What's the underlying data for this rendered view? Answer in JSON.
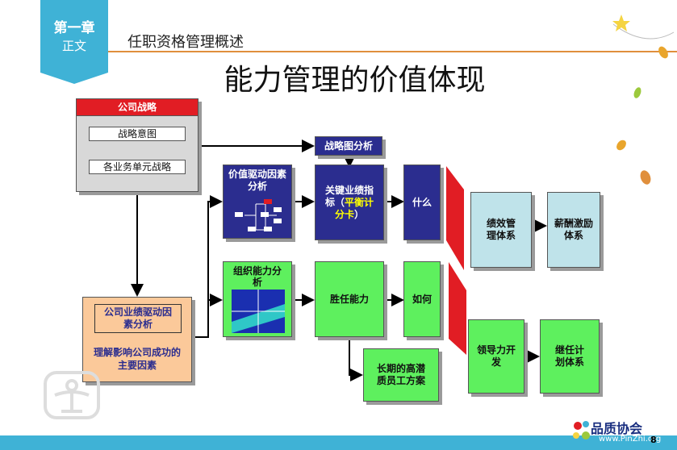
{
  "header": {
    "chapter_title": "第一章",
    "chapter_sub": "正文",
    "section_subtitle": "任职资格管理概述",
    "slide_title": "能力管理的价值体现"
  },
  "diagram": {
    "company_strategy": "公司战略",
    "strategy_intent": "战略意图",
    "bu_strategy": "各业务单元战略",
    "strategy_map": "战略图分析",
    "value_driver": "价值驱动因素分析",
    "kpi_prefix": "关键业绩指标（",
    "kpi_highlight": "平衡计分卡",
    "kpi_suffix": "）",
    "what": "什么",
    "org_capability": "组织能力分析",
    "competency": "胜任能力",
    "how": "如何",
    "talent_plan": "长期的高潜质员工方案",
    "perf_driver": "公司业绩驱动因素分析",
    "success_factors": "理解影响公司成功的主要因素",
    "perf_mgmt": "绩效管理体系",
    "comp_incentive": "薪酬激励体系",
    "leadership": "领导力开发",
    "succession": "继任计划体系"
  },
  "footer": {
    "logo_text": "品质协会",
    "url": "www.PinZhi.org",
    "page_number": "8"
  },
  "colors": {
    "accent_blue": "#3fb2d6",
    "rule_orange": "#e08f3c",
    "navy": "#2b2d8f",
    "green": "#5ef05e",
    "light_blue": "#bfe3ea",
    "red": "#e11d24",
    "peach": "#fbc99a"
  }
}
